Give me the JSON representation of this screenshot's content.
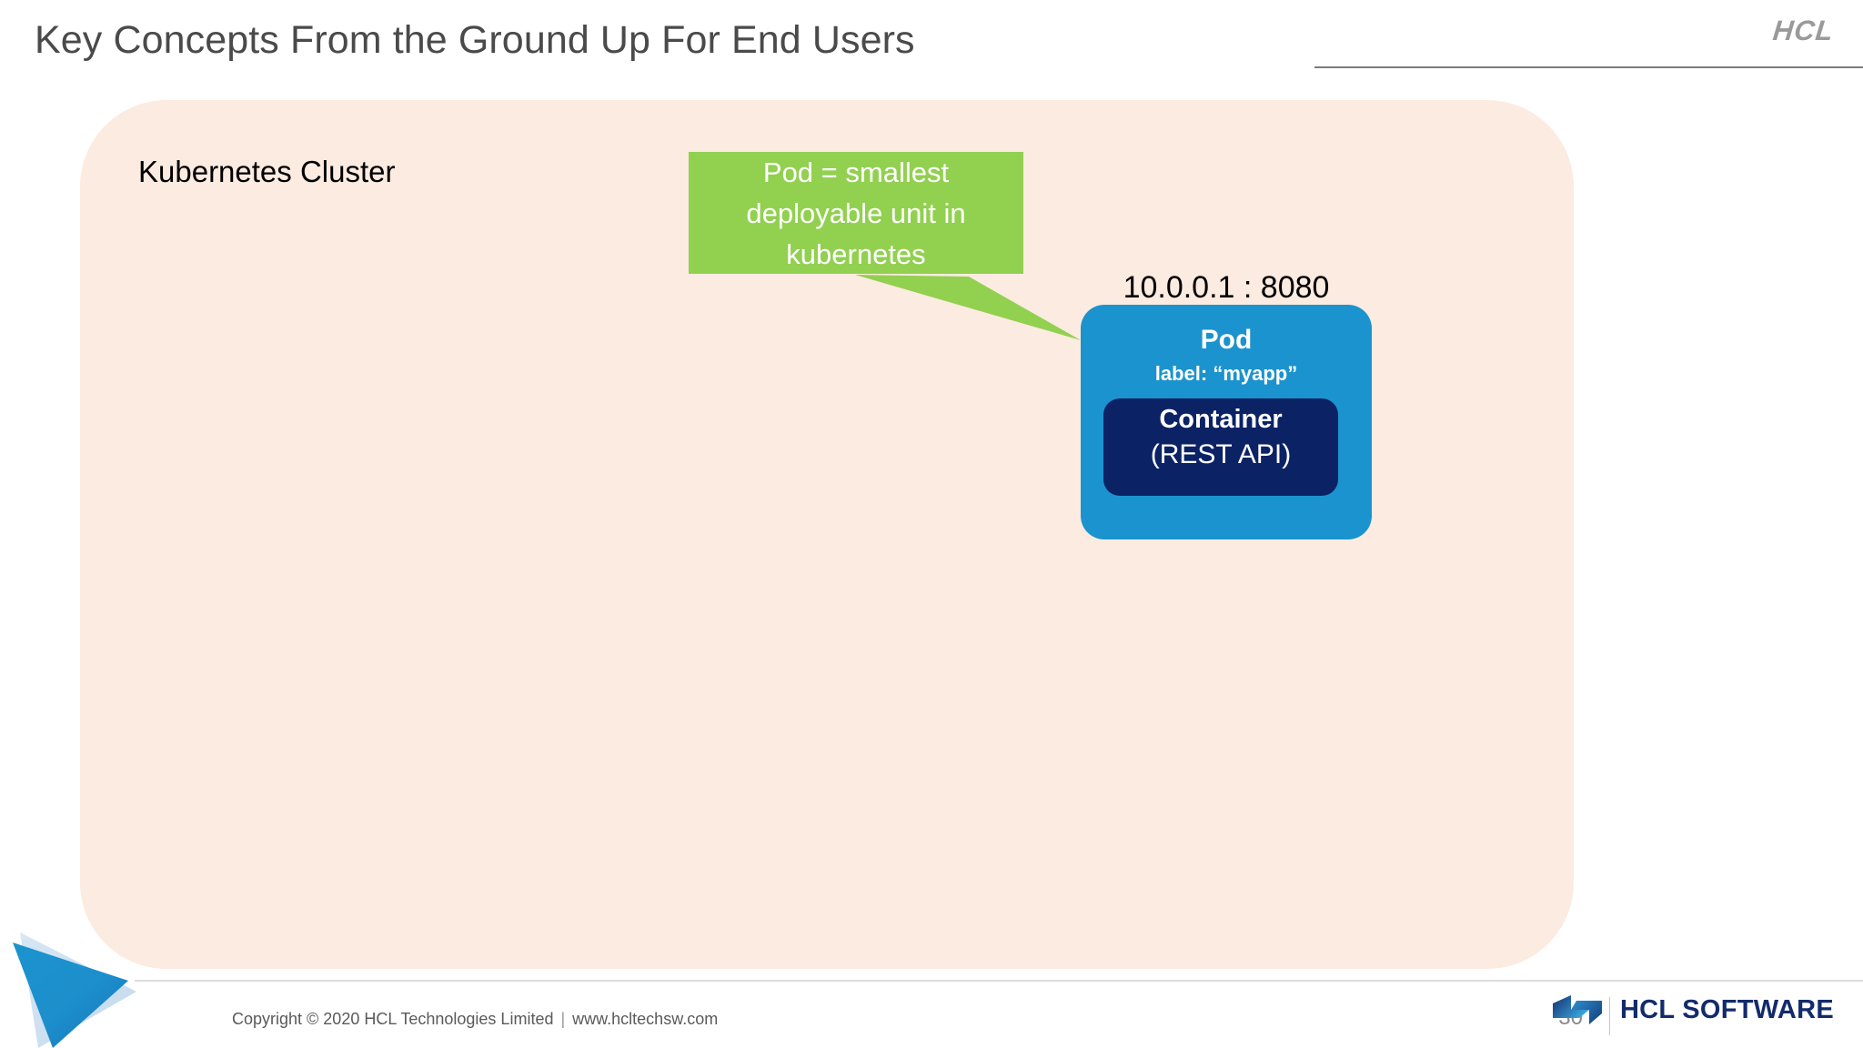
{
  "header": {
    "title": "Key Concepts From the Ground Up For End Users",
    "brand_mark": "HCL"
  },
  "cluster": {
    "label": "Kubernetes Cluster",
    "panel_color": "#fcebe0"
  },
  "callout": {
    "text": "Pod = smallest deployable unit in kubernetes",
    "line1": "Pod = smallest",
    "line2": "deployable unit in",
    "line3": "kubernetes",
    "bg_color": "#92d050",
    "text_color": "#ffffff"
  },
  "pod": {
    "endpoint": "10.0.0.1 : 8080",
    "title": "Pod",
    "label": "label: “myapp”",
    "bg_color": "#1b93ce",
    "container": {
      "title": "Container",
      "subtitle": "(REST API)",
      "bg_color": "#0b2265"
    }
  },
  "footer": {
    "copyright": "Copyright © 2020 HCL Technologies Limited",
    "separator": "|",
    "website": "www.hcltechsw.com",
    "page_number": "30",
    "brand_text": "HCL SOFTWARE",
    "brand_color": "#122b6b"
  }
}
